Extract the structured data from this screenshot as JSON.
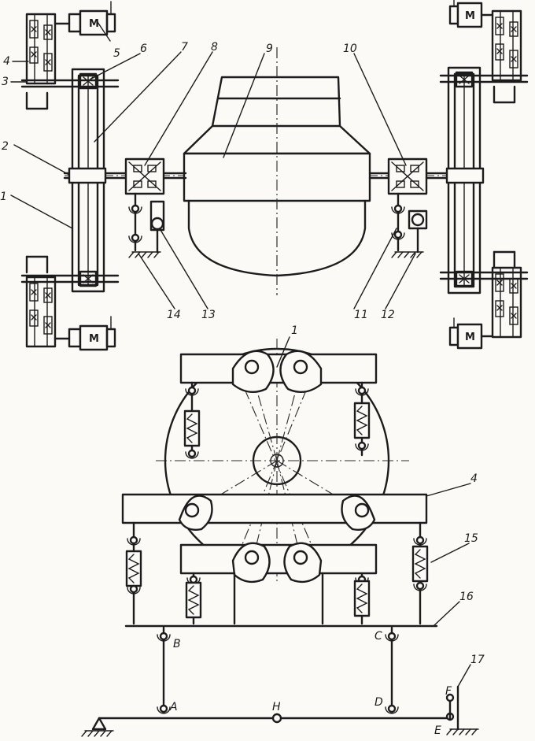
{
  "drawing": {
    "motor_label": "M",
    "top_callouts": [
      "1",
      "2",
      "3",
      "4",
      "5",
      "6",
      "7",
      "8",
      "9",
      "10",
      "11",
      "12",
      "13",
      "14"
    ],
    "bottom_callouts": [
      "1",
      "4",
      "15",
      "16",
      "17"
    ],
    "point_labels": [
      "A",
      "B",
      "C",
      "D",
      "E",
      "F",
      "H"
    ]
  },
  "colors": {
    "ink": "#1c1c1c",
    "paper": "#fbfaf6"
  }
}
